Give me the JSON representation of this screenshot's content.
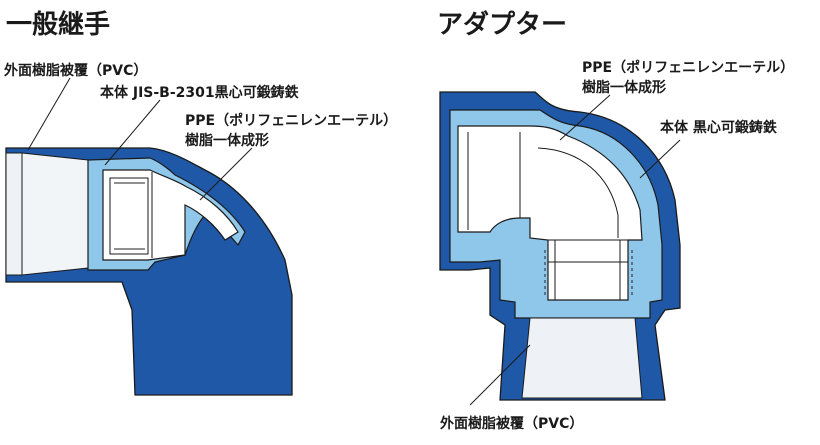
{
  "left_diagram": {
    "title": "一般継手",
    "label_pvc": "外面樹脂被覆（PVC）",
    "label_body": "本体 JIS-B-2301黒心可鍛鋳鉄",
    "label_ppe_line1": "PPE（ポリフェニレンエーテル）",
    "label_ppe_line2": "樹脂一体成形"
  },
  "right_diagram": {
    "title": "アダプター",
    "label_ppe_line1": "PPE（ポリフェニレンエーテル）",
    "label_ppe_line2": "樹脂一体成形",
    "label_body": "本体 黒心可鍛鋳鉄",
    "label_pvc": "外面樹脂被覆（PVC）"
  },
  "colors": {
    "pvc_coating": "#1f58a6",
    "iron_body": "#8fc7ea",
    "ppe_liner": "#ffffff",
    "outline": "#1a1a1a"
  }
}
